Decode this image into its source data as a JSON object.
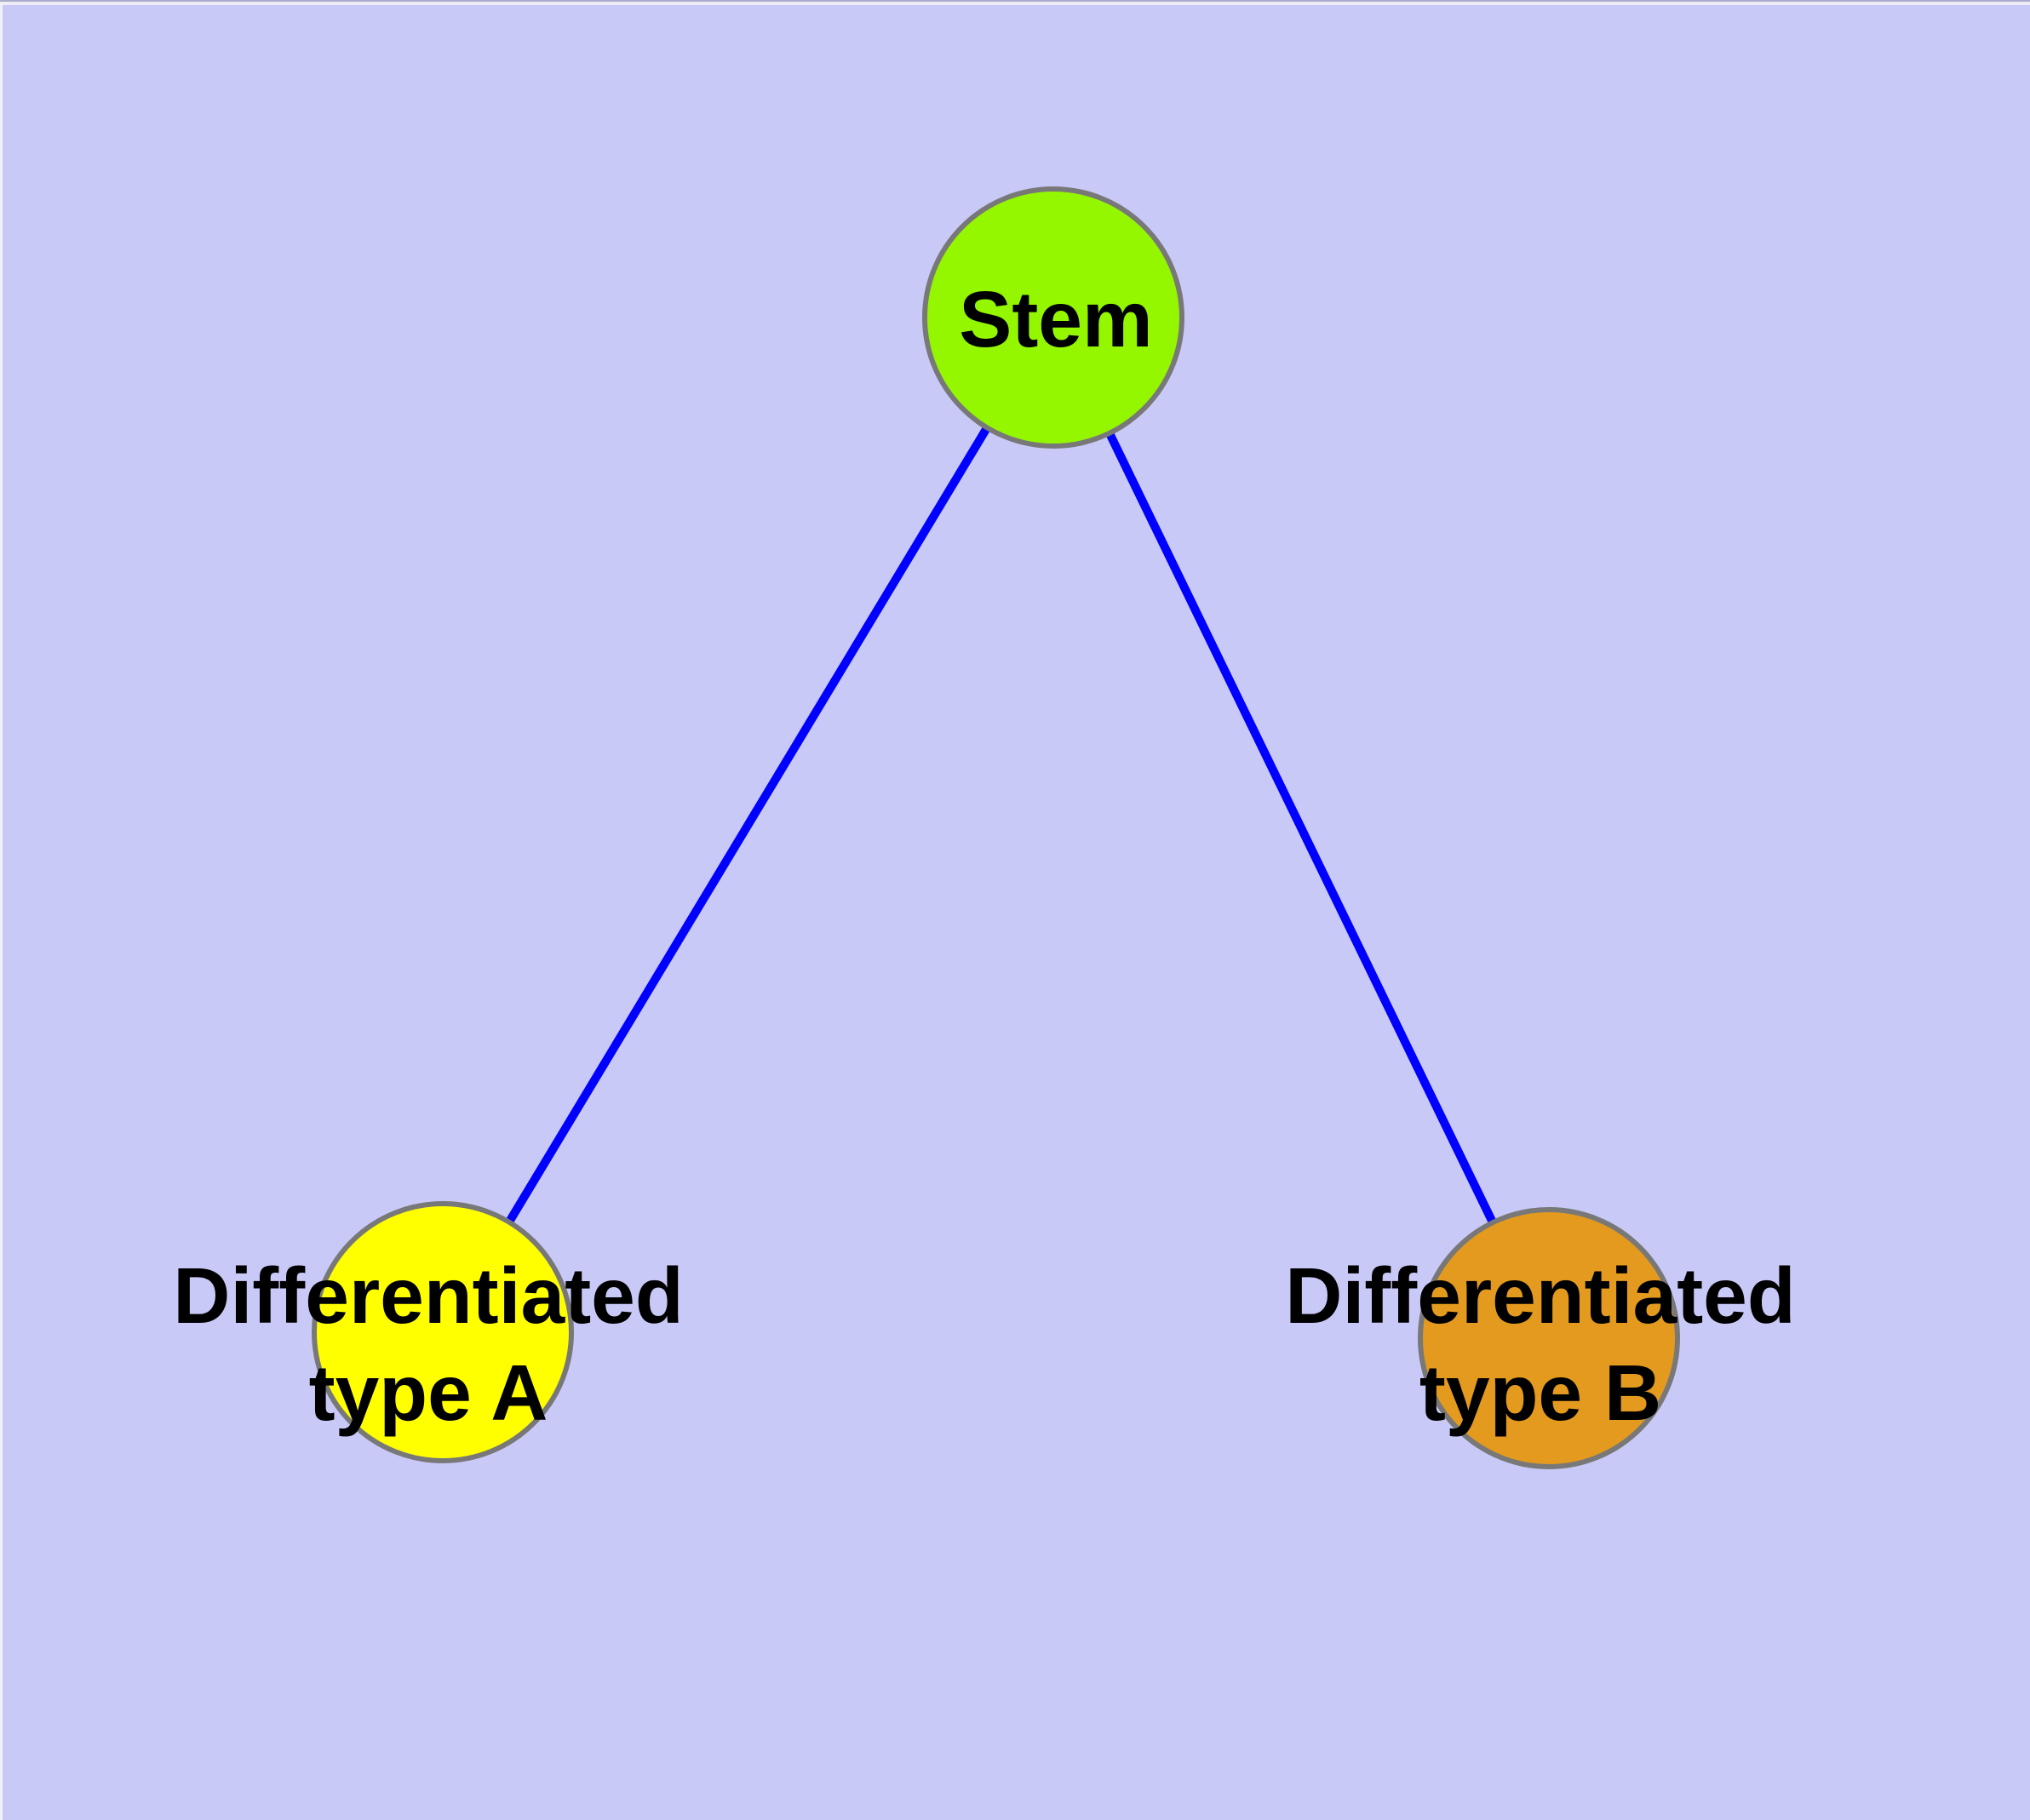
{
  "colors": {
    "background": "#C9C9F8",
    "edge": "#0000FF",
    "node_border": "#787878",
    "label_text": "#000000"
  },
  "nodes": {
    "stem": {
      "id": "stem",
      "lines": [
        "Stem"
      ],
      "fill": "#94F700"
    },
    "typeA": {
      "id": "typeA",
      "lines": [
        "Differentiated",
        "type A"
      ],
      "fill": "#FFFF00"
    },
    "typeB": {
      "id": "typeB",
      "lines": [
        "Differentiated",
        "type B"
      ],
      "fill": "#E39A1E"
    }
  },
  "edges": [
    {
      "from": "Stem",
      "to": "Differentiated type A"
    },
    {
      "from": "Stem",
      "to": "Differentiated type B"
    }
  ]
}
